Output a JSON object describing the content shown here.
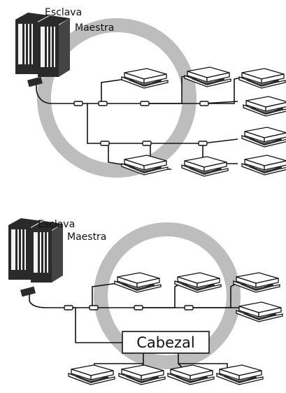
{
  "diagram_top": {
    "labels": {
      "slave": "Esclava",
      "master": "Maestra"
    }
  },
  "diagram_bottom": {
    "labels": {
      "slave": "Esclava",
      "master": "Maestra",
      "header": "Cabezal"
    }
  },
  "colors": {
    "ring": "#bdbdbd",
    "line": "#111111",
    "unit_face": "#ffffff",
    "unit_dark": "#2a2a2a",
    "unit_grille": "#555555"
  }
}
